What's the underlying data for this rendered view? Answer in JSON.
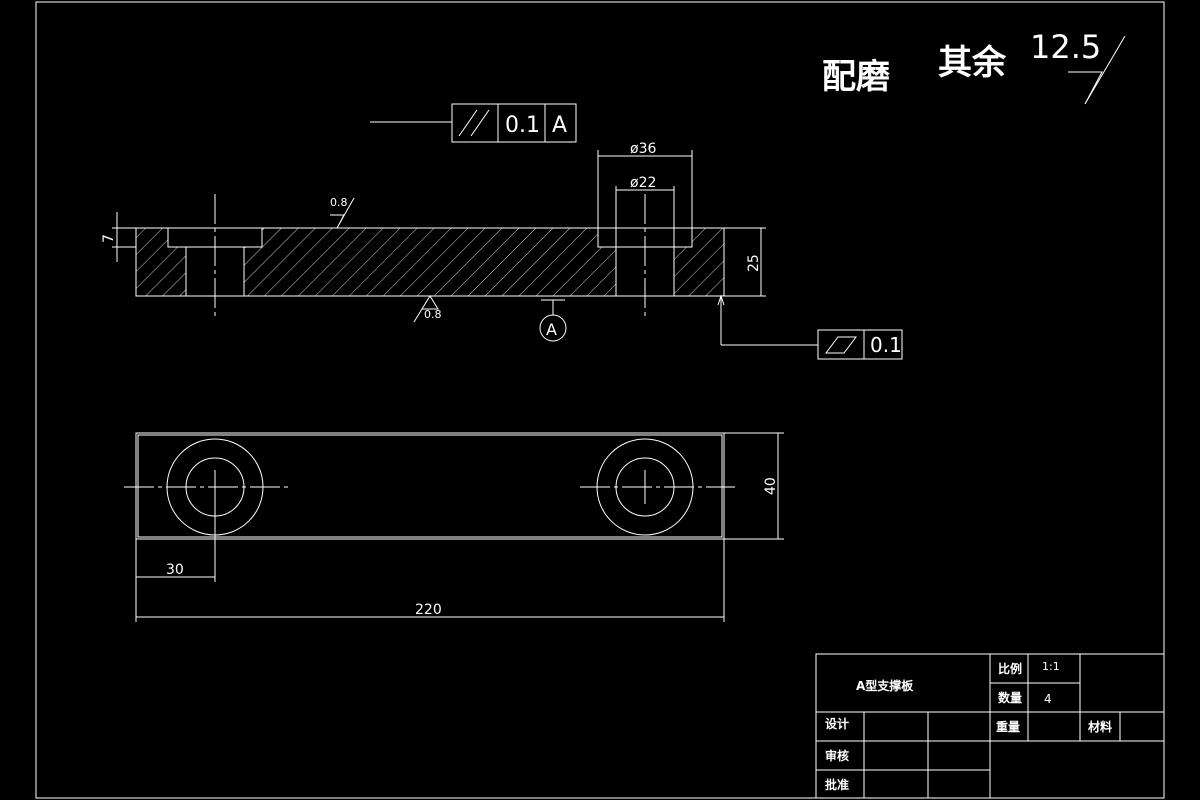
{
  "notes": {
    "grinding": "配磨",
    "others": "其余",
    "roughness_default": "12.5"
  },
  "tolerances": {
    "parallel_value": "0.1",
    "parallel_datum": "A",
    "flatness_value": "0.1",
    "datum_label": "A"
  },
  "roughness": {
    "top": "0.8",
    "bottom": "0.8"
  },
  "dimensions": {
    "counterbore_dia": "ø36",
    "hole_dia": "ø22",
    "counterbore_depth": "7",
    "thickness": "25",
    "width": "40",
    "hole_offset": "30",
    "length": "220"
  },
  "title_block": {
    "part_name": "A型支撑板",
    "scale_label": "比例",
    "scale_value": "1:1",
    "qty_label": "数量",
    "qty_value": "4",
    "design_label": "设计",
    "weight_label": "重量",
    "material_label": "材料",
    "review_label": "审核",
    "approve_label": "批准"
  }
}
